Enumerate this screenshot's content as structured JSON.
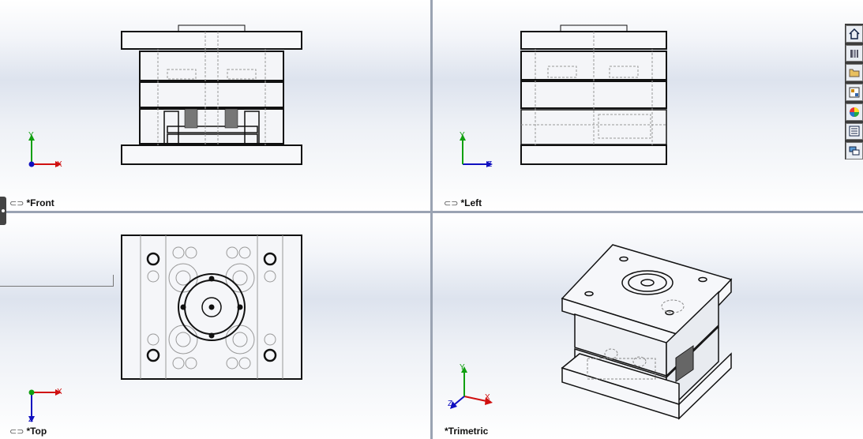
{
  "viewports": {
    "front": {
      "label": "*Front",
      "axis_h": "X",
      "axis_v": "Y"
    },
    "left": {
      "label": "*Left",
      "axis_h": "Z",
      "axis_v": "Y"
    },
    "top": {
      "label": "*Top",
      "axis_h": "X",
      "axis_v": "Z"
    },
    "trimetric": {
      "label": "*Trimetric",
      "axis_x": "X",
      "axis_y": "Y",
      "axis_z": "Z"
    }
  },
  "toolbar_icons": [
    "zoom-to-fit-icon",
    "zoom-to-area-icon",
    "previous-view-icon",
    "section-view-icon",
    "dynamic-annotation-icon",
    "view-front-icon",
    "view-back-icon",
    "view-left-icon",
    "view-right-icon",
    "view-top-icon",
    "view-bottom-icon",
    "view-isometric-icon",
    "view-normal-to-icon",
    "view-orientation-icon",
    "display-style-icon",
    "hide-show-icon",
    "edit-appearance-icon",
    "apply-scene-icon",
    "view-settings-icon"
  ],
  "taskpane_icons": [
    "home-icon",
    "design-library-icon",
    "file-explorer-icon",
    "view-palette-icon",
    "appearances-icon",
    "custom-properties-icon",
    "forum-icon"
  ],
  "colors": {
    "axis_x": "#d01010",
    "axis_y": "#10a010",
    "axis_z": "#1010c0",
    "outline": "#111111"
  }
}
